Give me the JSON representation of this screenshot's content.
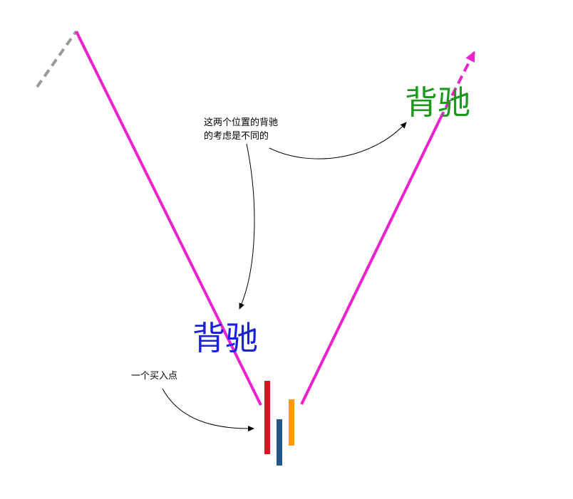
{
  "annotation": {
    "line1": "这两个位置的背驰",
    "line2": "的考虑是不同的"
  },
  "labels": {
    "divergence_top": "背驰",
    "divergence_bottom": "背驰",
    "buy_point": "一个买入点"
  },
  "colors": {
    "trend_line": "#ee22cc",
    "dashed_left": "#999999",
    "label_top": "#1a9a1a",
    "label_bottom": "#1a22dd",
    "bar_red": "#dd1122",
    "bar_blue": "#225588",
    "bar_orange": "#ff9911",
    "arrow": "#000000"
  }
}
